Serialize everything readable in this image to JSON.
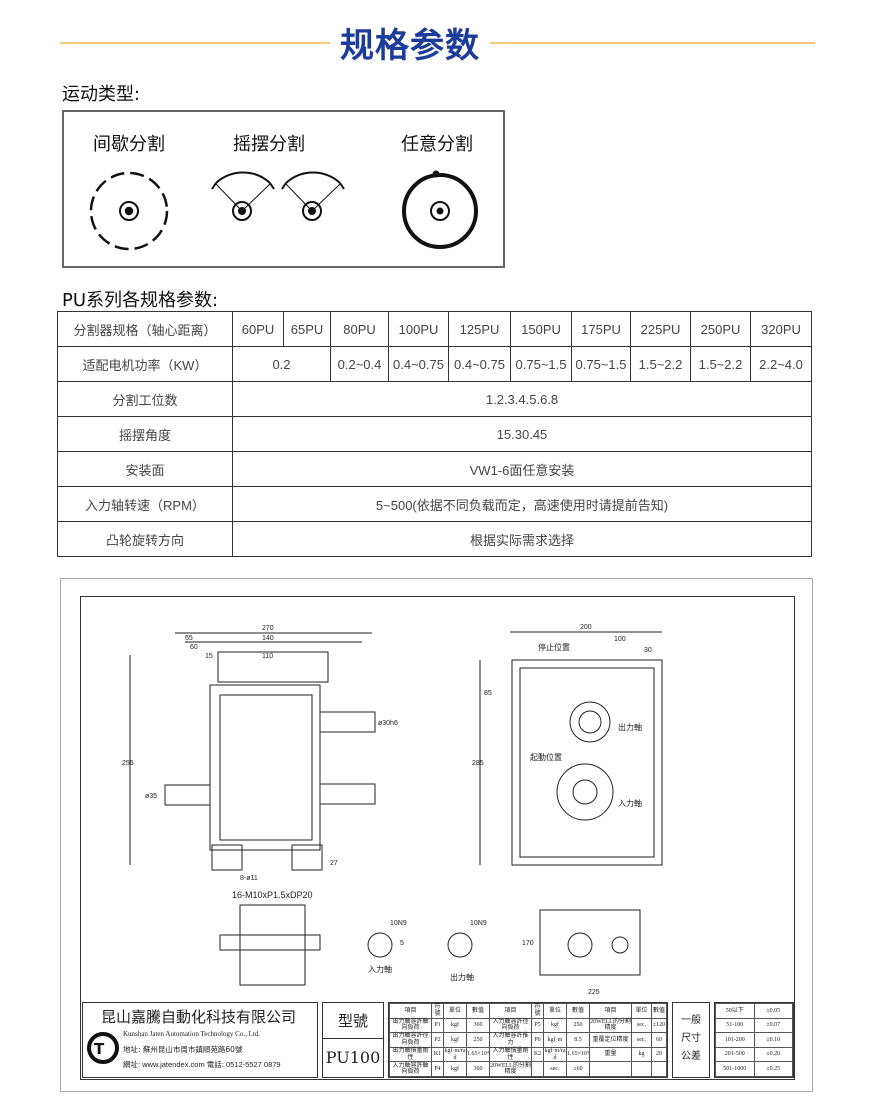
{
  "header": {
    "title": "规格参数"
  },
  "motion": {
    "heading": "运动类型:",
    "types": [
      "间歇分割",
      "摇摆分割",
      "任意分割"
    ]
  },
  "spec": {
    "heading": "PU系列各规格参数:",
    "rows": {
      "model": {
        "label": "分割器规格（轴心距离）",
        "values": [
          "60PU",
          "65PU",
          "80PU",
          "100PU",
          "125PU",
          "150PU",
          "175PU",
          "225PU",
          "250PU",
          "320PU"
        ]
      },
      "power": {
        "label": "适配电机功率（KW）",
        "values": [
          "0.2",
          "0.2~0.4",
          "0.4~0.75",
          "0.4~0.75",
          "0.75~1.5",
          "0.75~1.5",
          "1.5~2.2",
          "1.5~2.2",
          "2.2~4.0"
        ]
      },
      "stations": {
        "label": "分割工位数",
        "value": "1.2.3.4.5.6.8"
      },
      "swing": {
        "label": "摇摆角度",
        "value": "15.30.45"
      },
      "mount": {
        "label": "安装面",
        "value": "VW1-6面任意安装"
      },
      "speed": {
        "label": "入力轴转速（RPM）",
        "value": "5~500(依据不同负载而定，高速使用时请提前告知)"
      },
      "direction": {
        "label": "凸轮旋转方向",
        "value": "根据实际需求选择"
      }
    }
  },
  "drawing": {
    "dims": {
      "d270": "270",
      "d140": "140",
      "d65": "65",
      "d60": "60",
      "d15": "15",
      "d110": "110",
      "d255": "255",
      "d27": "27",
      "hole": "8-ø11",
      "d200": "200",
      "d100": "100",
      "d30": "30",
      "d285": "285",
      "d85": "85",
      "stop": "停止位置",
      "out": "出力軸",
      "start": "起動位置",
      "in": "入力軸",
      "tap": "16-M10xP1.5xDP20",
      "key": "10N9",
      "d5": "5",
      "shaft": "ø30h6",
      "shaft35": "ø35",
      "d170": "170",
      "d225": "225"
    },
    "company": {
      "name": "昆山嘉騰自動化科技有限公司",
      "en": "Kunshan Jaten Automation Technology Co., Ltd.",
      "addr": "地址: 蘇州昆山市周市鎮順苑路60號",
      "web": "網址: www.jatendex.com  電話: 0512-5527 0879"
    },
    "model_label": "型號",
    "model": "PU100",
    "params": {
      "header": [
        "項目",
        "符號",
        "單位",
        "數值",
        "項目",
        "符號",
        "單位",
        "數值",
        "項目",
        "單位",
        "數值"
      ],
      "rows": [
        [
          "出力軸容許軸向負荷",
          "P1",
          "kgf",
          "360",
          "入力軸容許徑向負荷",
          "P5",
          "kgf",
          "250",
          "20WELL的分割精度",
          "sec.",
          "±120"
        ],
        [
          "出力軸容許徑向負荷",
          "P2",
          "kgf",
          "250",
          "入力軸容許推力",
          "P6",
          "kgf·m",
          "8.5",
          "重覆定位精度",
          "sec.",
          "60"
        ],
        [
          "出力軸慣量剛性",
          "K1",
          "kgf·m/rad",
          "1.65×10⁴",
          "入力軸慣量剛性",
          "K2",
          "kgf·m/rad",
          "1.65×10³",
          "重量",
          "kg",
          "20"
        ],
        [
          "入力軸容許軸向負荷",
          "P4",
          "kgf",
          "360",
          "20WELL的分割精度",
          "",
          "sec.",
          "±60",
          "",
          "",
          ""
        ]
      ]
    },
    "tolerance": {
      "label": "一般尺寸公差",
      "rows": [
        [
          "50以下",
          "±0.05"
        ],
        [
          "51-100",
          "±0.07"
        ],
        [
          "101-200",
          "±0.10"
        ],
        [
          "201-500",
          "±0.20"
        ],
        [
          "501-1000",
          "±0.25"
        ]
      ]
    }
  }
}
